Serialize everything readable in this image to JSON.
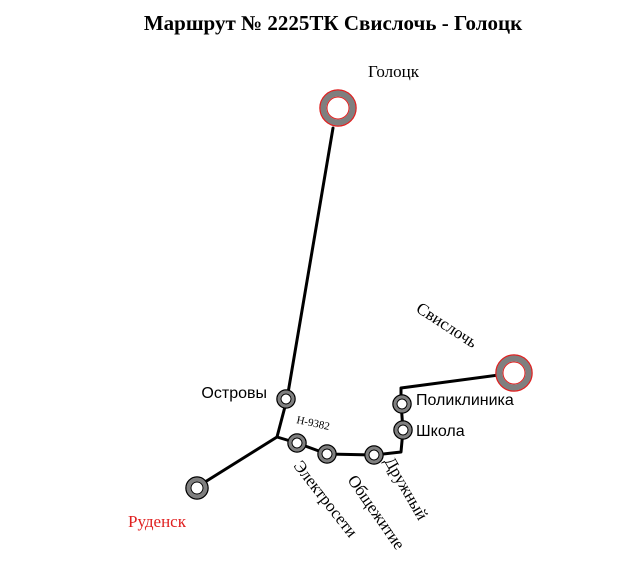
{
  "title": "Маршрут № 2225ТК Свислочь - Голоцк",
  "road_label": "Н-9382",
  "colors": {
    "terminal_ring": "#7f7f7f",
    "terminal_outline": "#e02020",
    "stop_ring": "#7f7f7f",
    "highlight_text": "#e02020",
    "line": "#000000"
  },
  "stops": {
    "golotsk": "Голоцк",
    "svisloch": "Свислочь",
    "ostrovy": "Островы",
    "poliklinika": "Поликлиника",
    "shkola": "Школа",
    "druzhny": "Дружный",
    "obshchezhitie": "Общежитие",
    "elektroseti": "Электросети",
    "rudensk": "Руденск"
  }
}
